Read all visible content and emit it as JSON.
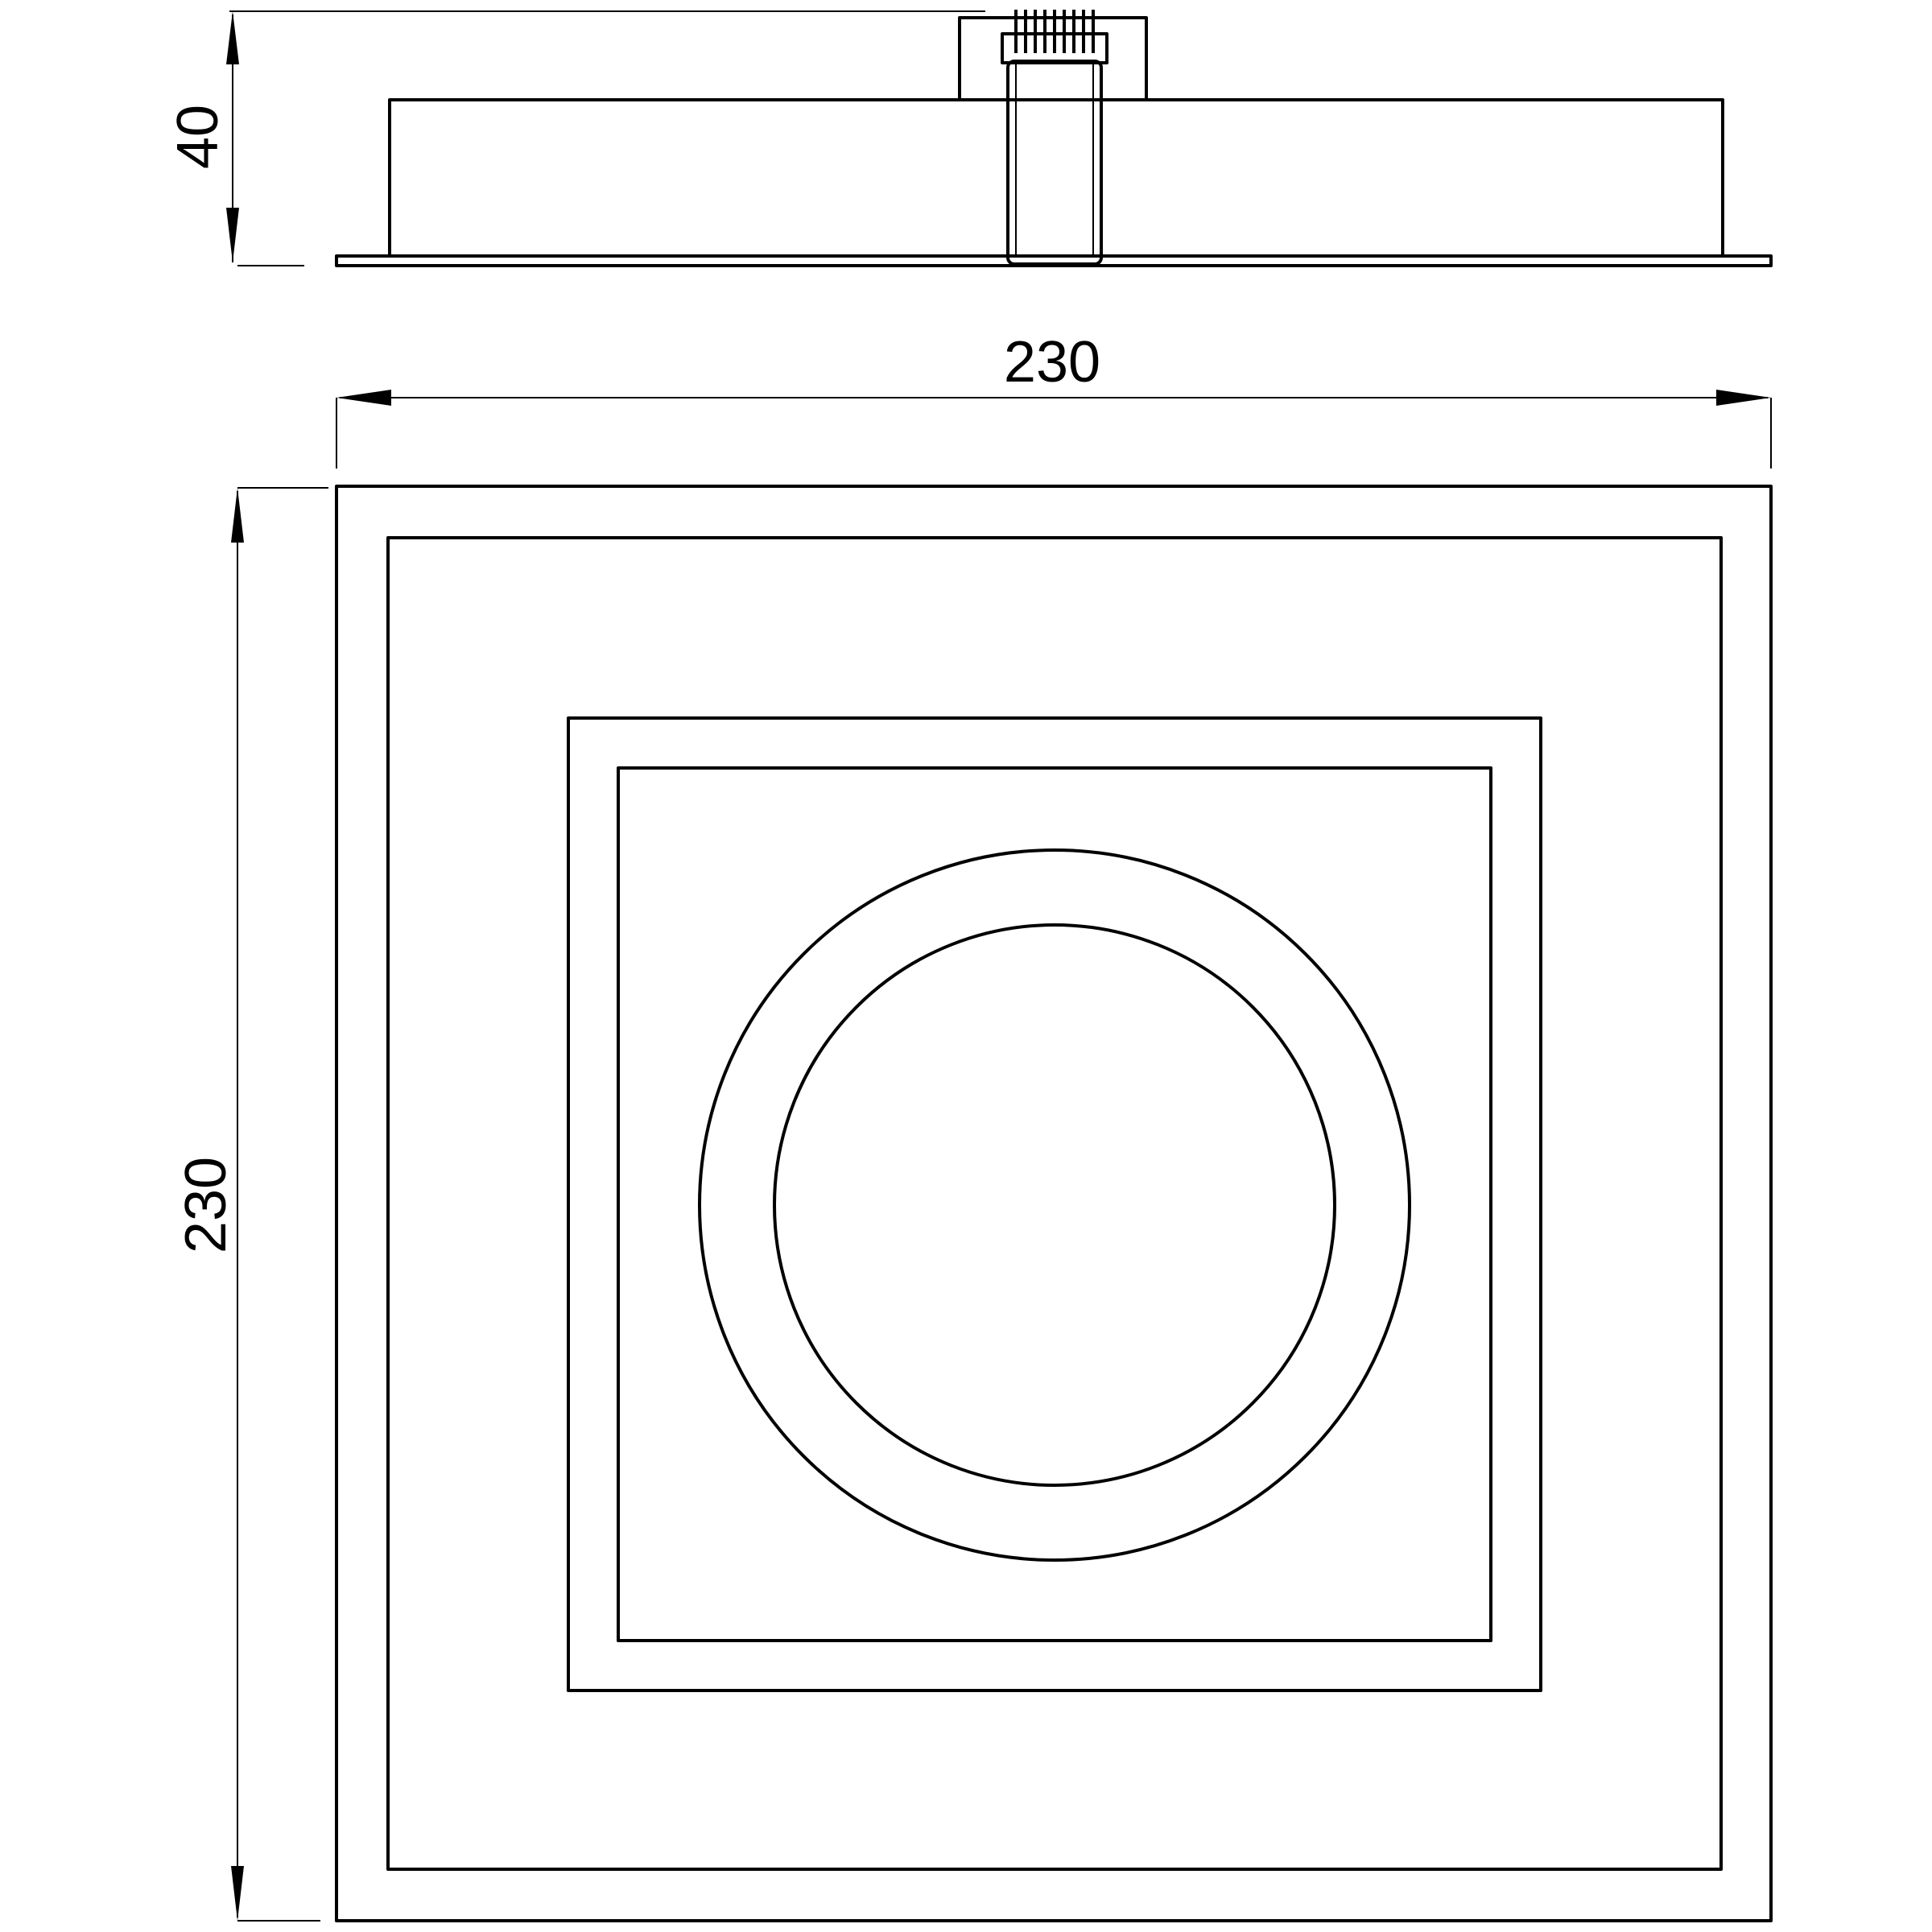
{
  "dimensions": {
    "height_label": "40",
    "width_label": "230",
    "depth_label": "230"
  },
  "colors": {
    "line": "#000000",
    "background": "#ffffff"
  }
}
